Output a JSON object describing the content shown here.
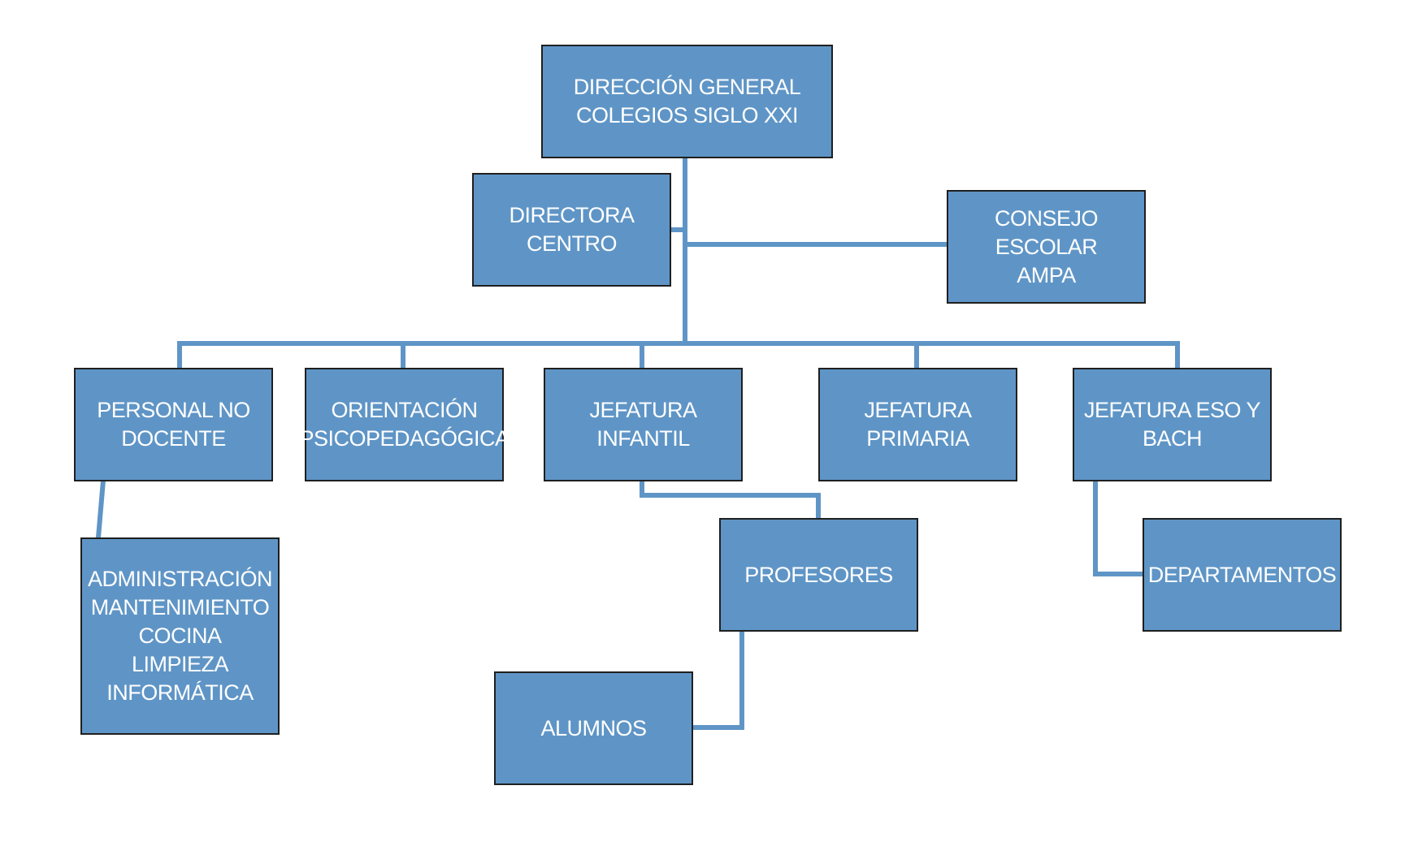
{
  "colors": {
    "box_fill": "#5f95c6",
    "box_border": "#1f1f1f",
    "connector": "#5f95c6",
    "text": "#ffffff"
  },
  "nodes": {
    "direccion_general": "DIRECCIÓN GENERAL\nCOLEGIOS SIGLO XXI",
    "directora_centro": "DIRECTORA\nCENTRO",
    "consejo_escolar": "CONSEJO ESCOLAR\nAMPA",
    "personal_no_docente": "PERSONAL NO\nDOCENTE",
    "orientacion": "ORIENTACIÓN\nPSICOPEDAGÓGICA",
    "jefatura_infantil": "JEFATURA\nINFANTIL",
    "jefatura_primaria": "JEFATURA\nPRIMARIA",
    "jefatura_eso_bach": "JEFATURA ESO Y\nBACH",
    "administracion": "ADMINISTRACIÓN\nMANTENIMIENTO\nCOCINA\nLIMPIEZA\nINFORMÁTICA",
    "profesores": "PROFESORES",
    "departamentos": "DEPARTAMENTOS",
    "alumnos": "ALUMNOS"
  }
}
